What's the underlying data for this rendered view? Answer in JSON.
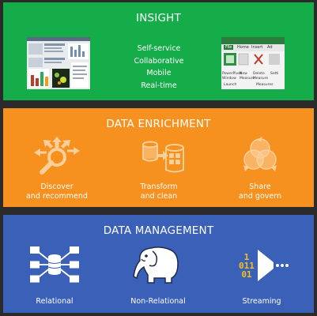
{
  "insight": {
    "title": "INSIGHT",
    "items": [
      "Self-service",
      "Collaborative",
      "Mobile",
      "Real-time"
    ],
    "ribbon_tabs": [
      "File",
      "Home",
      "Insert",
      "Ad"
    ],
    "ribbon_items": [
      "PowerPivot Window",
      "New Measure",
      "Delete Measure",
      "Setti"
    ],
    "ribbon_groups": [
      "Launch",
      "Measures"
    ]
  },
  "enrichment": {
    "title": "DATA ENRICHMENT",
    "discover": [
      "Discover",
      "and recommend"
    ],
    "transform": [
      "Transform",
      "and clean"
    ],
    "share": [
      "Share",
      "and govern"
    ]
  },
  "management": {
    "title": "DATA MANAGEMENT",
    "relational": "Relational",
    "nonrelational": "Non-Relational",
    "streaming": "Streaming",
    "binary_rows": [
      "1",
      "011",
      "01"
    ]
  },
  "colors": {
    "insight": "#15ac4a",
    "enrichment": "#f6901e",
    "management": "#3b60b7",
    "icon_light": "#fbcf9a",
    "binary": "#f3c11c"
  }
}
